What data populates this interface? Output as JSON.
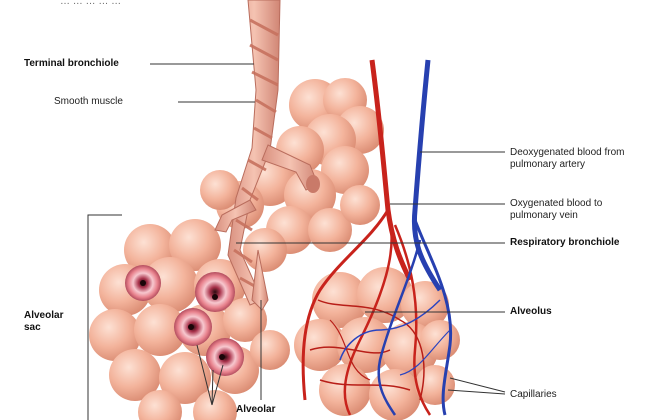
{
  "top_clip": "… … … … …",
  "labels": {
    "terminal_bronchiole": "Terminal bronchiole",
    "smooth_muscle": "Smooth muscle",
    "deoxygenated": "Deoxygenated blood from\npulmonary artery",
    "oxygenated": "Oxygenated blood to\npulmonary vein",
    "respiratory_bronchiole": "Respiratory bronchiole",
    "alveolus": "Alveolus",
    "alveolar_sac": "Alveolar\nsac",
    "capillaries": "Capillaries",
    "alveolar_bottom": "Alveolar"
  },
  "colors": {
    "tissue": "#f2b39c",
    "tissue_light": "#f8cfbd",
    "tissue_shadow": "#d98b72",
    "artery": "#c8231c",
    "vein": "#2740b0",
    "airway": "#e8a191"
  }
}
